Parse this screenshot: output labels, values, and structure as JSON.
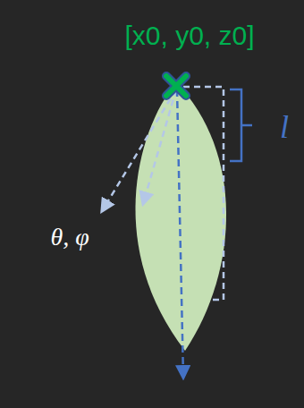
{
  "diagram": {
    "labels": [
      "[x0, y0, z0]",
      "θ, φ",
      "l"
    ]
  }
}
